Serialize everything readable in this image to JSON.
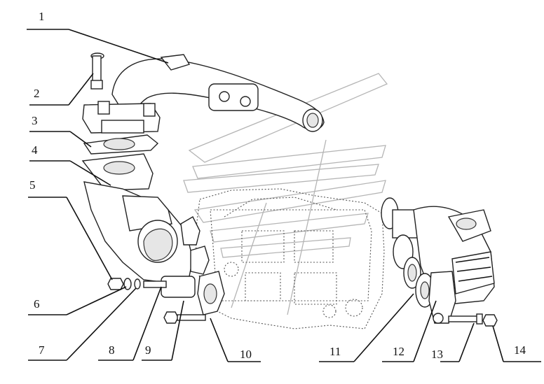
{
  "callouts": [
    {
      "num": "1"
    },
    {
      "num": "2"
    },
    {
      "num": "3"
    },
    {
      "num": "4"
    },
    {
      "num": "5"
    },
    {
      "num": "6"
    },
    {
      "num": "7"
    },
    {
      "num": "8"
    },
    {
      "num": "9"
    },
    {
      "num": "10"
    },
    {
      "num": "11"
    },
    {
      "num": "12"
    },
    {
      "num": "13"
    },
    {
      "num": "14"
    }
  ],
  "colors": {
    "ink": "#111111",
    "background": "#ffffff",
    "watermark": "#b5b5b5"
  }
}
